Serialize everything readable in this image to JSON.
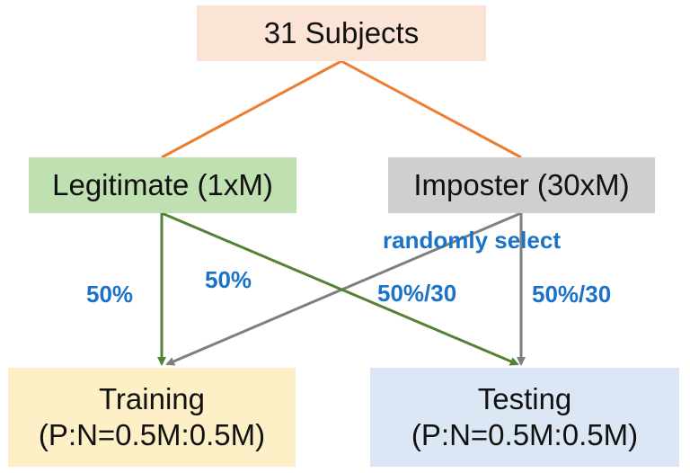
{
  "colors": {
    "top_fill": "#fbe3d5",
    "left_fill": "#bfe0b0",
    "right_fill": "#cfcfcf",
    "train_fill": "#fdf0c6",
    "test_fill": "#dbe7f4",
    "orange_line": "#ed7d31",
    "green_arrow": "#548235",
    "gray_arrow": "#7f7f7f",
    "label_blue": "#1a73c8"
  },
  "nodes": {
    "top": "31 Subjects",
    "legitimate": "Legitimate (1xM)",
    "imposter": "Imposter (30xM)",
    "training_title": "Training",
    "training_ratio": "(P:N=0.5M:0.5M)",
    "testing_title": "Testing",
    "testing_ratio": "(P:N=0.5M:0.5M)"
  },
  "labels": {
    "randomly_select": "randomly select",
    "legit_to_train": "50%",
    "legit_to_test": "50%",
    "imposter_to_train": "50%/30",
    "imposter_to_test": "50%/30"
  }
}
